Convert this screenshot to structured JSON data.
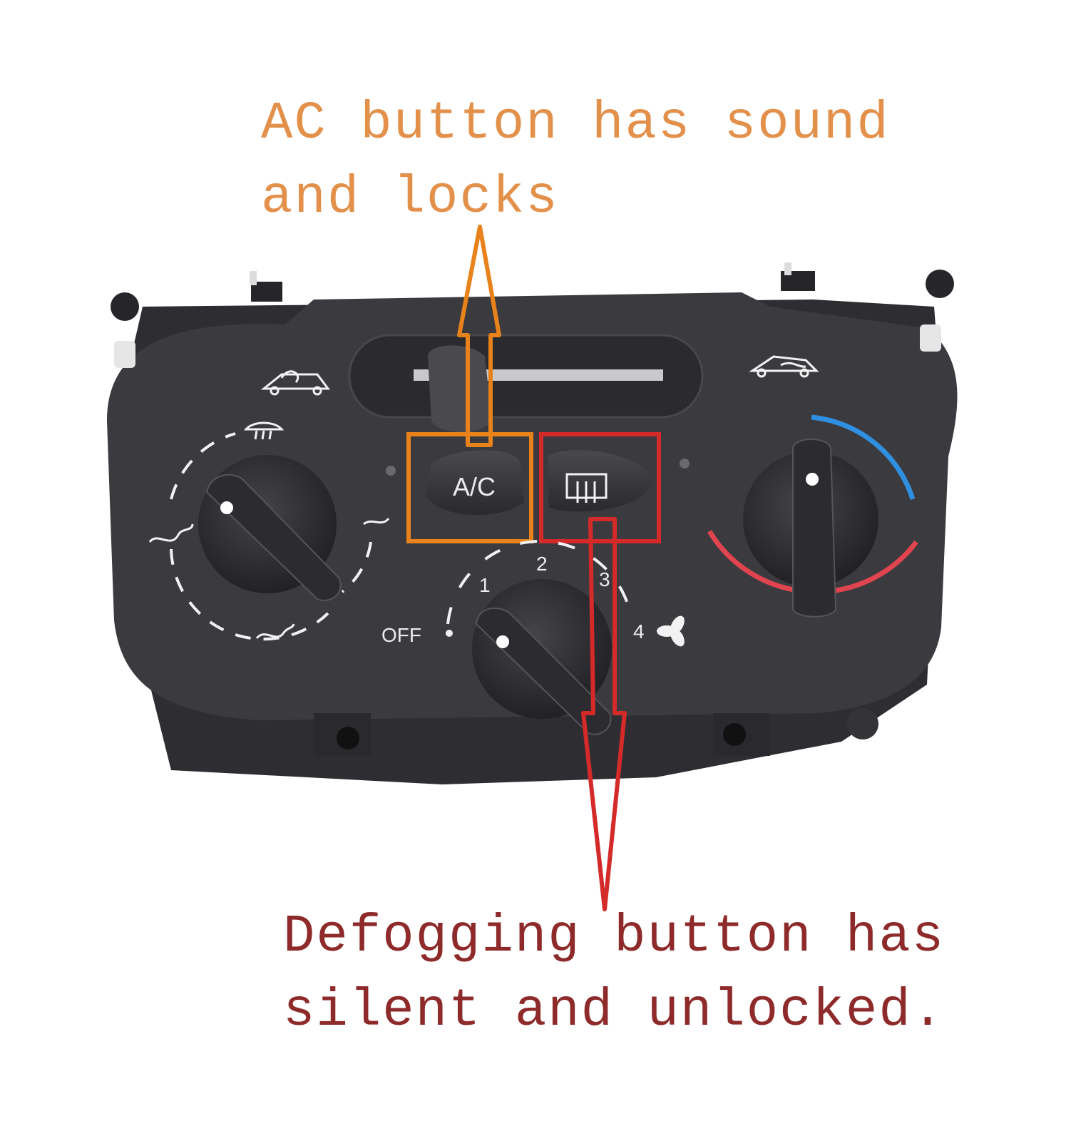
{
  "captions": {
    "ac_note": [
      "AC button has sound",
      "and locks"
    ],
    "defog_note": [
      "Defogging button has",
      "silent and unlocked."
    ]
  },
  "panel": {
    "ac_button_label": "A/C",
    "fan_speed_labels": [
      "OFF",
      "1",
      "2",
      "3",
      "4"
    ]
  },
  "icons": [
    "car-fresh-air-icon",
    "car-recirculation-icon",
    "windshield-defrost-icon",
    "rear-defrost-icon",
    "vent-face-icon",
    "vent-feet-icon",
    "fan-icon"
  ],
  "colors": {
    "ac_highlight": "#e8821a",
    "defog_highlight": "#d42a2a",
    "cold_arc": "#2f8fe0",
    "hot_arc": "#e0444e",
    "panel": "#3a393e"
  }
}
